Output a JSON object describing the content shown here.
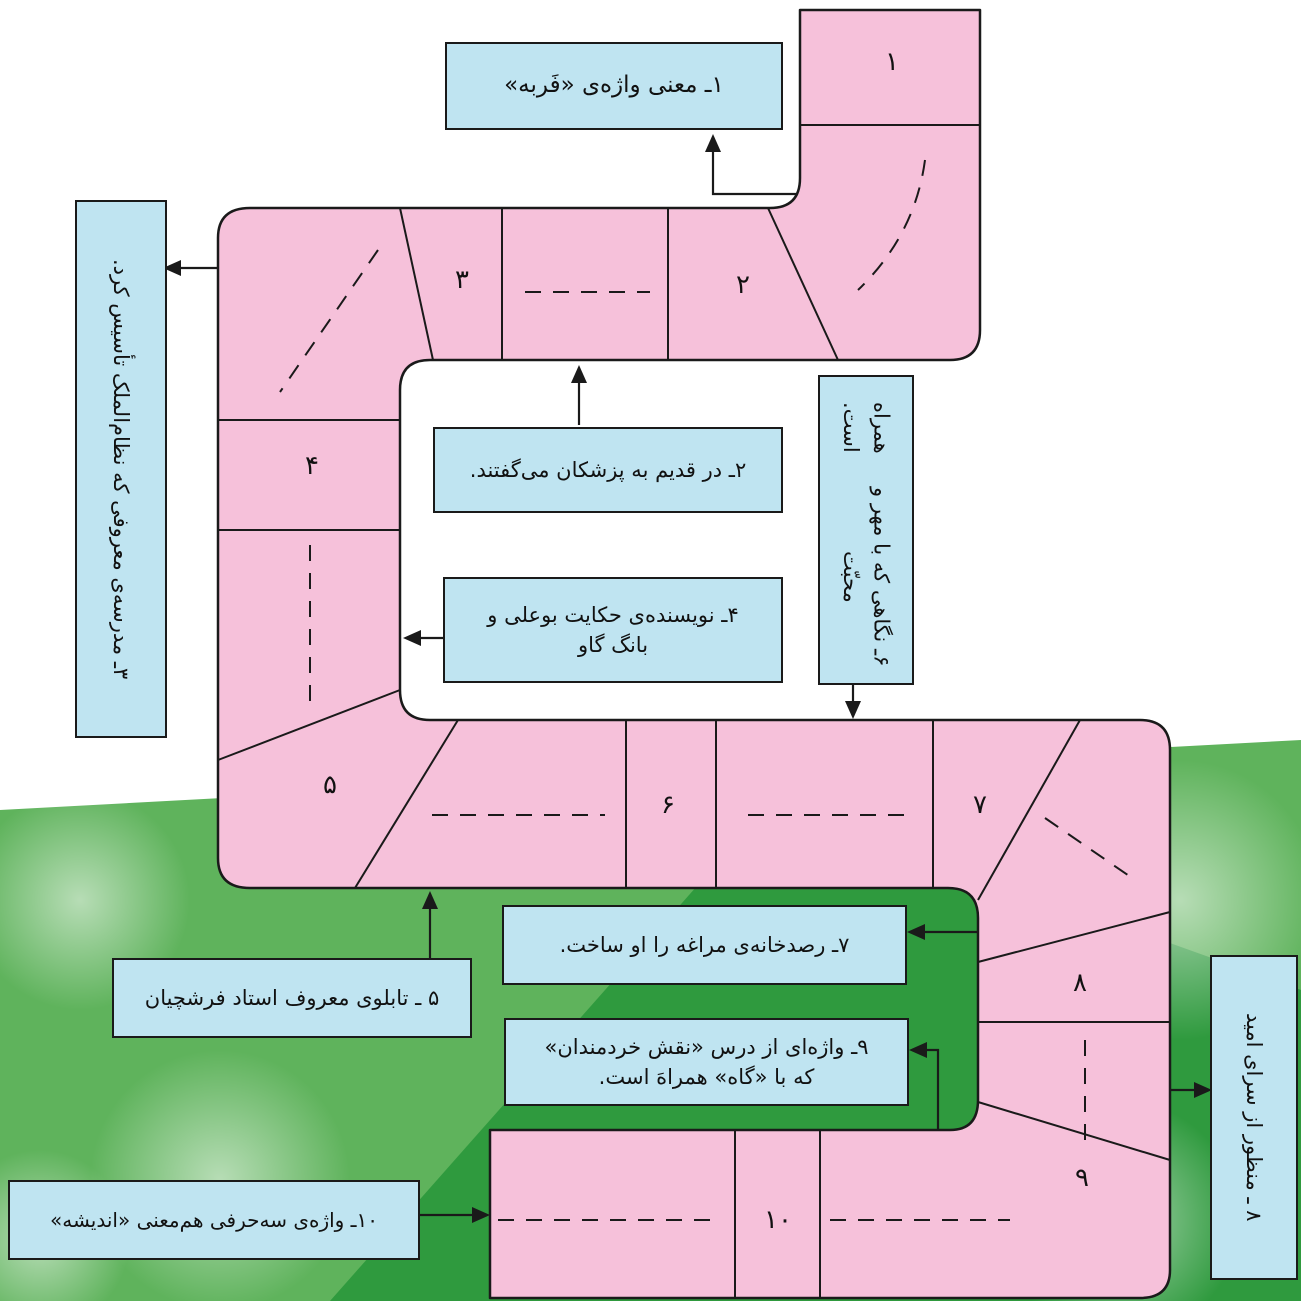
{
  "colors": {
    "cell_fill": "#f6c1da",
    "clue_fill": "#bfe4f1",
    "outline": "#1a1a1a",
    "background_green": "#3fa14a"
  },
  "cells": {
    "n1": "١",
    "n2": "٢",
    "n3": "٣",
    "n4": "۴",
    "n5": "۵",
    "n6": "۶",
    "n7": "٧",
    "n8": "٨",
    "n9": "٩",
    "n10": "١٠"
  },
  "clues": {
    "c1": "١ـ معنی واژه‌ی «فَربه»",
    "c2": "٢ـ در قدیم به پزشکان می‌گفتند.",
    "c3": "٣ـ مدرسه‌ی معروفی که نظام‌الملک تأسیس کرد.",
    "c4_line1": "۴ـ نویسنده‌ی حکایت بوعلی و",
    "c4_line2": "بانگ گاو",
    "c5": "۵ ـ تابلوی معروف استاد فرشچیان",
    "c6_line1": "۶ـ نگاهی که با مهر و محبّت",
    "c6_line2": "همراه است.",
    "c7": "٧ـ رصدخانه‌ی مراغه را او ساخت.",
    "c8": "٨ ـ منظور از سرای امید",
    "c9_line1": "٩ـ واژه‌ای از درس «نقش خردمندان»",
    "c9_line2": "که با «گاه» همراهَ است.",
    "c10": "١٠ـ واژه‌ی سه‌حرفی هم‌معنی «اندیشه»"
  }
}
